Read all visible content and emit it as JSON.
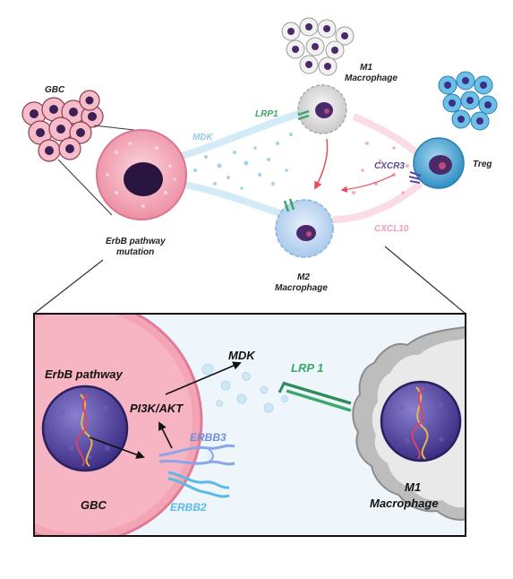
{
  "labels": {
    "gbc_cluster": "GBC",
    "mdk_top": "MDK",
    "lrp1_top": "LRP1",
    "m1_top_line1": "M1",
    "m1_top_line2": "Macrophage",
    "cxcr3": "CXCR3",
    "treg": "Treg",
    "cxcl10": "CXCL10",
    "erbb_line1": "ErbB pathway",
    "erbb_line2": "mutation",
    "m2_line1": "M2",
    "m2_line2": "Macrophage",
    "erbb_pathway": "ErbB pathway",
    "pi3k": "PI3K/AKT",
    "mdk_zoom": "MDK",
    "lrp1_zoom": "LRP 1",
    "erbb3": "ERBB3",
    "erbb2": "ERBB2",
    "gbc_zoom": "GBC",
    "m1_zoom_line1": "M1",
    "m1_zoom_line2": "Macrophage"
  },
  "colors": {
    "gbc_cell": "#f4a9b8",
    "nucleus": "#3b1f55",
    "mdk": "#8fcbe8",
    "lrp1": "#3aa86b",
    "cxcr3": "#5b4a9a",
    "cxcl10": "#f19bb0",
    "treg_cell": "#4ea9d6",
    "m2_cell": "#c7dcf3",
    "m1_cell": "#e6e6e6",
    "arrow_red": "#e84b5a"
  }
}
